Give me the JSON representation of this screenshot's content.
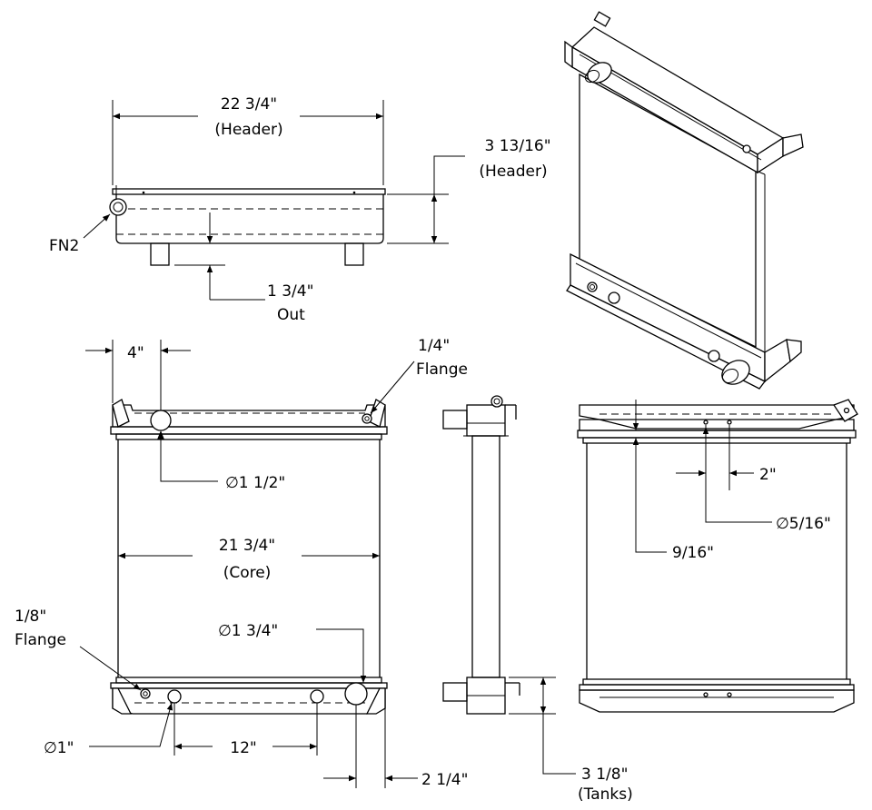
{
  "labels": {
    "header_width": "22 3/4\"",
    "header_width_note": "(Header)",
    "header_height": "3 13/16\"",
    "header_height_note": "(Header)",
    "fn2": "FN2",
    "outlet": "1 3/4\"",
    "outlet_note": "Out",
    "inlet_offset": "4\"",
    "upper_flange": "1/4\"",
    "upper_flange_note": "Flange",
    "inlet_dia": "∅1 1/2\"",
    "core_width": "21 3/4\"",
    "core_width_note": "(Core)",
    "lower_flange": "1/8\"",
    "lower_flange_note": "Flange",
    "outlet_dia": "∅1 3/4\"",
    "drain_dia": "∅1\"",
    "port_spacing": "12\"",
    "outlet_offset": "2 1/4\"",
    "tank_height": "3 1/8\"",
    "tank_height_note": "(Tanks)",
    "hole_spacing": "2\"",
    "hole_dia": "∅5/16\"",
    "hole_offset": "9/16\""
  }
}
